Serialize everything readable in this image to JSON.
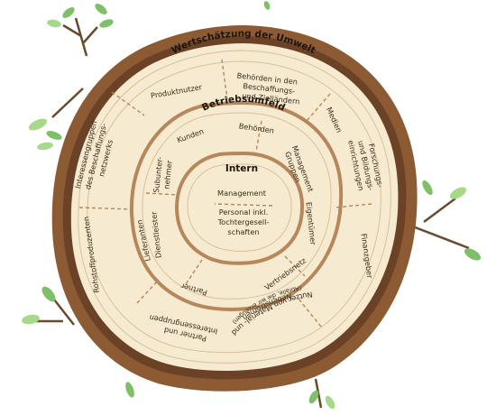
{
  "colors": {
    "bark": "#8c5a33",
    "bark_dark": "#6b4225",
    "wood": "#f6ebd0",
    "ring": "#b6875a",
    "leaf": "#7dc067",
    "leaf_light": "#a6d98a",
    "branch": "#6a4b2e",
    "text": "#3b2a1a"
  },
  "rings": {
    "outer_title": "Wertschätzung der Umwelt",
    "middle_title": "Betriebsumfeld",
    "inner_title": "Intern"
  },
  "outer_labels": {
    "produktnutzer": "Produktnutzer",
    "behoerden_1": "Behörden in den",
    "behoerden_2": "Beschaffungs-",
    "behoerden_3": "und Zielländern",
    "medien": "Medien",
    "forschung_1": "Forschungs-",
    "forschung_2": "und Bildungs-",
    "forschung_3": "einrichtungen",
    "finanz": "Finanzgeber",
    "nutzer_1": "Nutzer von Material- und",
    "nutzer_2": "Nebenströmen",
    "nutzer_3": "(Abfälle, die wir erzeugen)",
    "partner_1": "Partner und",
    "partner_2": "Interessengruppen",
    "rohstoff": "Rohstoffproduzenten",
    "interessen_1": "Interessengruppen",
    "interessen_2": "des Beschaffungs-",
    "interessen_3": "netzwerks"
  },
  "middle_labels": {
    "kunden": "Kunden",
    "behoerden": "Behörden",
    "mgmt_1": "Management",
    "mgmt_2": "Gruppen",
    "eigentuemer": "Eigentümer",
    "vertrieb": "Vertriebsnetz",
    "partner": "Partner",
    "lieferanten": "Lieferanten",
    "dienstleister": "Dienstleister",
    "subunter_1": "Subunter-",
    "subunter_2": "nehmer"
  },
  "inner_labels": {
    "management": "Management",
    "personal_1": "Personal inkl.",
    "personal_2": "Tochtergesell-",
    "personal_3": "schaften"
  }
}
